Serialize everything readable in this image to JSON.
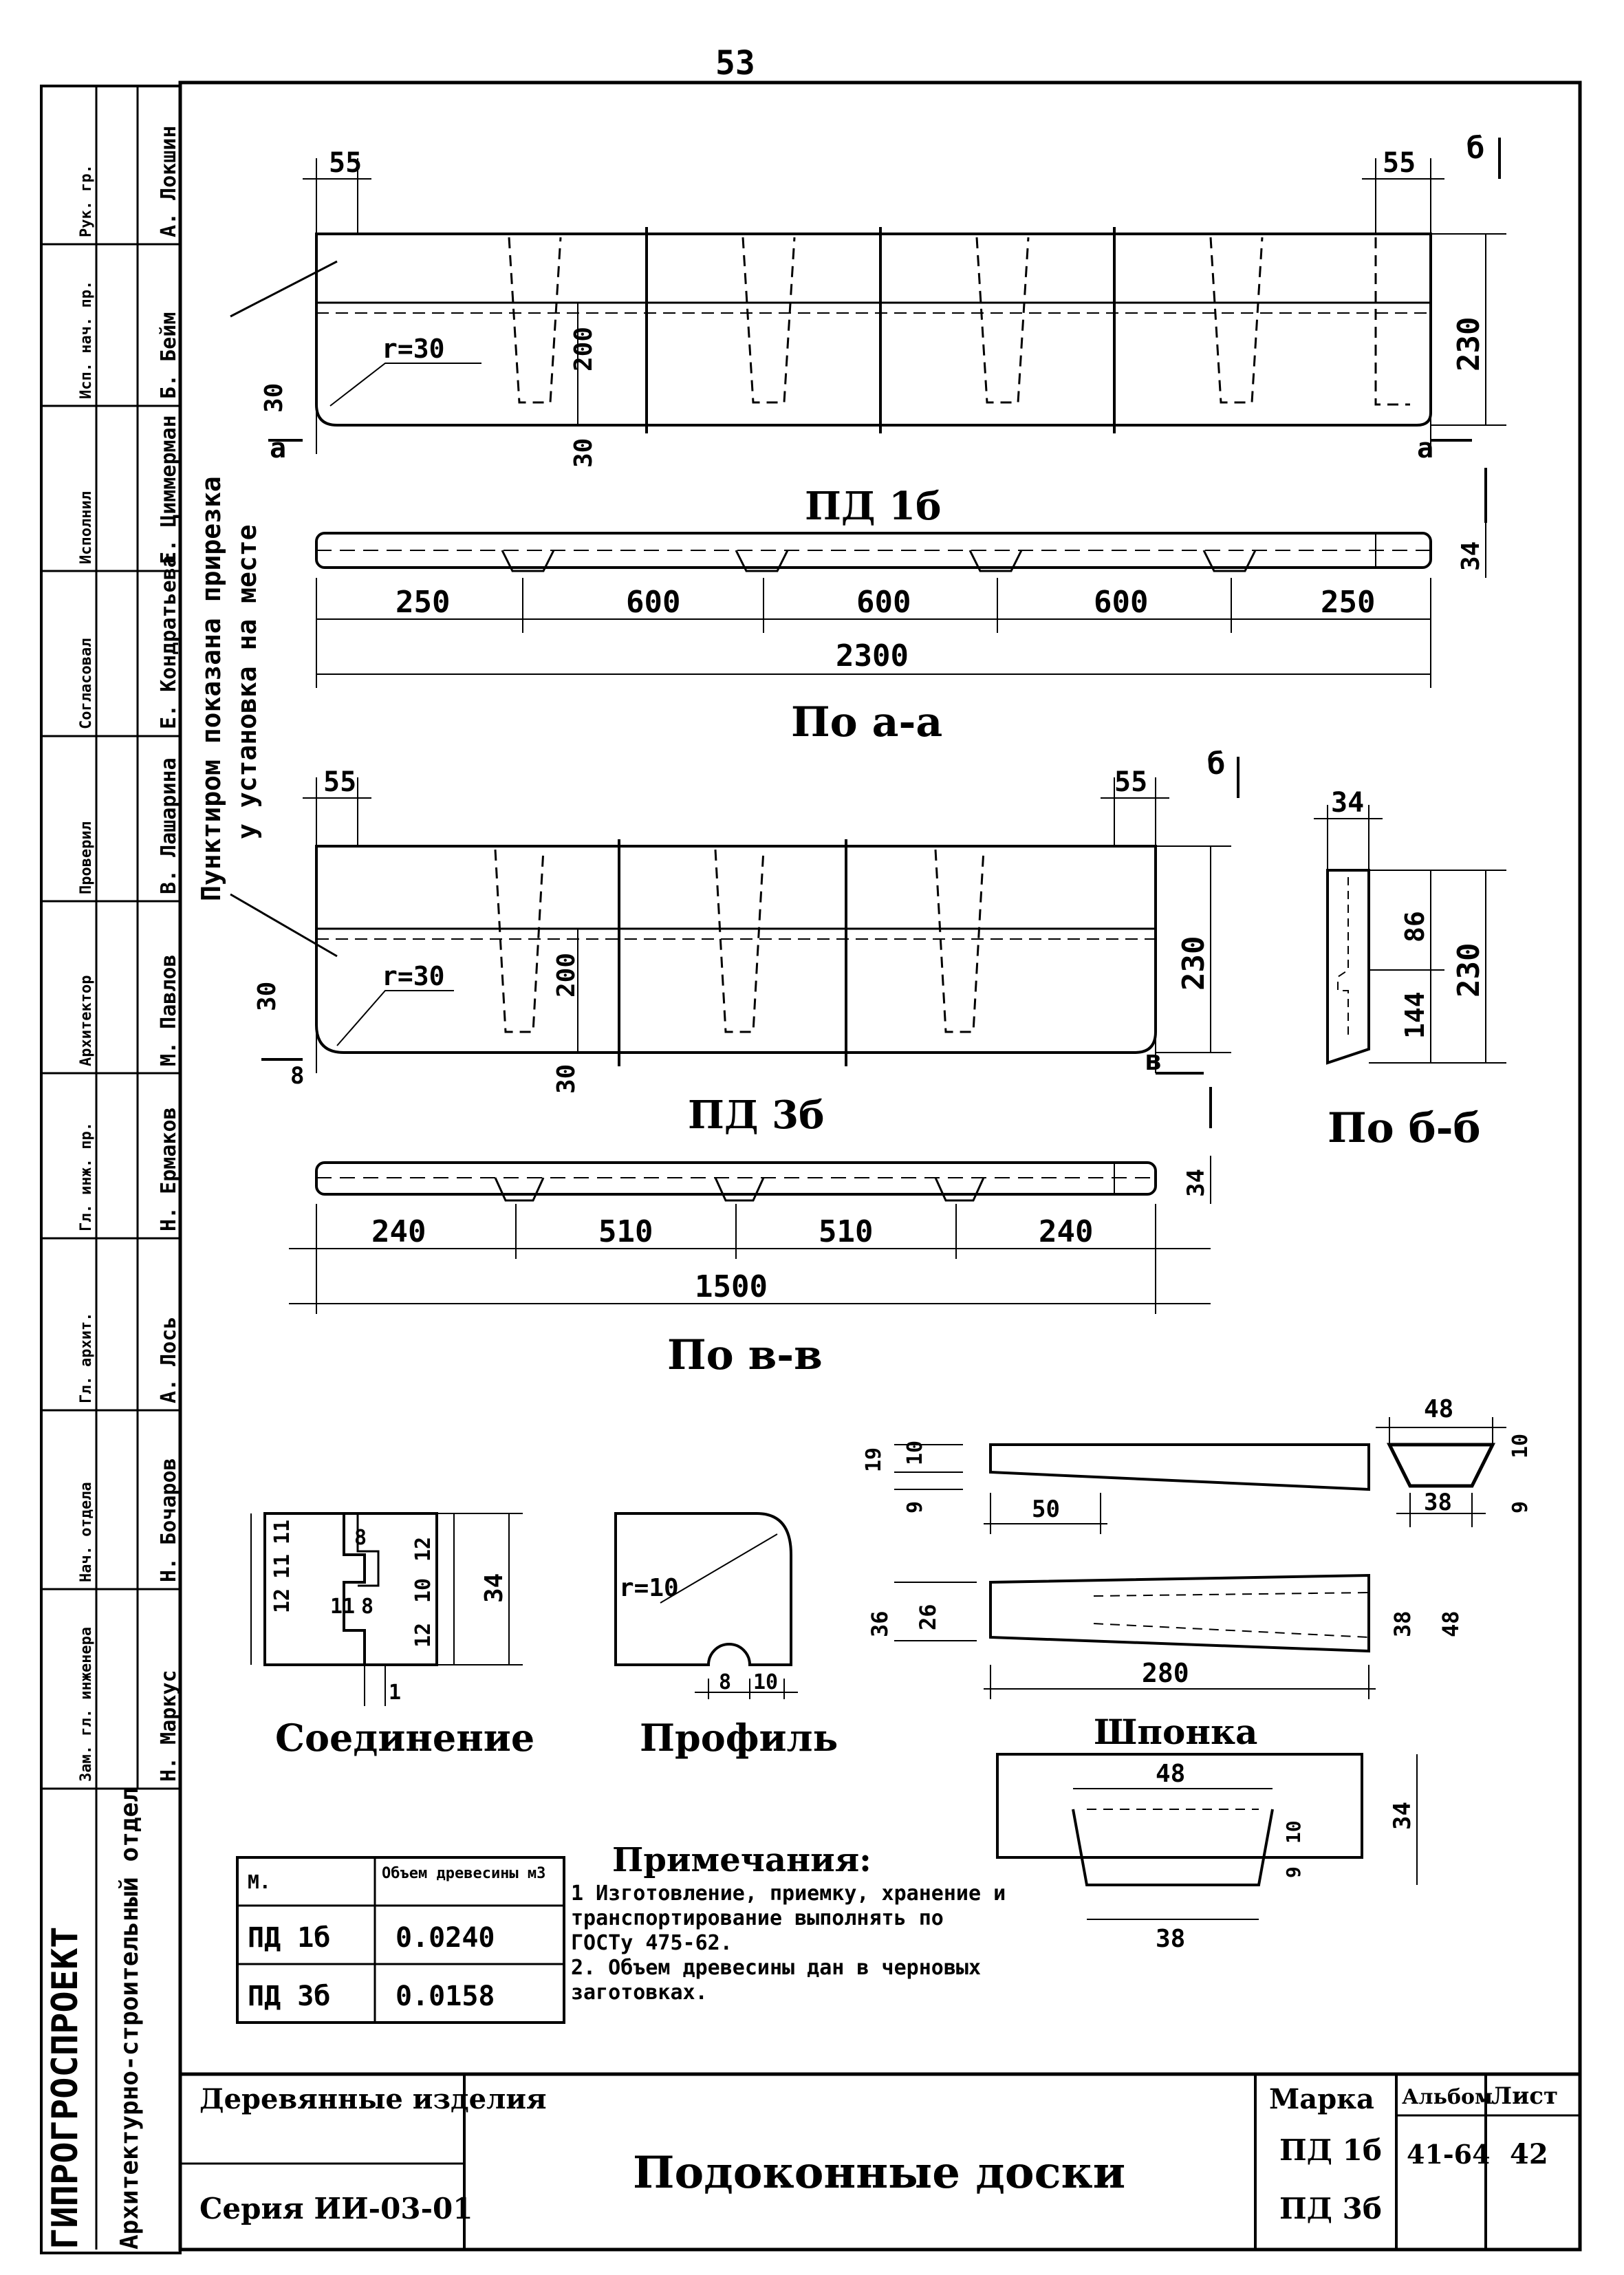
{
  "page_number": "53",
  "views": {
    "pd1": {
      "label": "ПД 1б",
      "section_label": "По а-а",
      "cut_mark": "а",
      "end_margin_left": "55",
      "end_margin_right": "55",
      "radius": "r=30",
      "groove_depth": "200",
      "bottom_offset": "30",
      "corner_height": "30",
      "height": "230",
      "thickness": "34",
      "segments": [
        "250",
        "600",
        "600",
        "600",
        "250"
      ],
      "total_length": "2300",
      "section_mark": "б"
    },
    "pd3": {
      "label": "ПД 3б",
      "section_label": "По в-в",
      "cut_mark": "в",
      "end_margin_left": "55",
      "end_margin_right": "55",
      "radius": "r=30",
      "groove_depth": "200",
      "bottom_offset": "30",
      "corner_height": "30",
      "corner_width": "8",
      "height": "230",
      "thickness": "34",
      "segments": [
        "240",
        "510",
        "510",
        "240"
      ],
      "total_length": "1500",
      "section_mark": "б"
    },
    "section_bb": {
      "label": "По б-б",
      "width": "34",
      "upper": "86",
      "lower": "144",
      "height": "230"
    },
    "side_note": [
      "Пунктиром показана прирезка",
      "у установка на месте"
    ]
  },
  "details": {
    "joint": {
      "label": "Соединение",
      "dims_left": [
        "12",
        "11",
        "11"
      ],
      "dims_top": "8",
      "dims_right": [
        "12",
        "10",
        "12"
      ],
      "dims_mid": [
        "11",
        "8"
      ],
      "height": "34",
      "bottom": "1"
    },
    "profile": {
      "label": "Профиль",
      "radius": "r=10",
      "dims_bottom": [
        "8",
        "10"
      ]
    },
    "dowel": {
      "label": "Шпонка",
      "top_dims": [
        "19",
        "10",
        "9"
      ],
      "length_short": "50",
      "widths_right": [
        "48",
        "10",
        "38",
        "9"
      ],
      "mid_left": [
        "36",
        "26"
      ],
      "mid_right": [
        "38",
        "48"
      ],
      "length": "280",
      "bottom_top": "48",
      "bottom_bottom": "38",
      "bottom_height": "34",
      "bottom_inner": [
        "9",
        "10"
      ]
    }
  },
  "volume_table": {
    "headers": [
      "М.",
      "Объем древесины м3"
    ],
    "rows": [
      {
        "mark": "ПД 1б",
        "volume": "0.0240"
      },
      {
        "mark": "ПД 3б",
        "volume": "0.0158"
      }
    ]
  },
  "notes": {
    "title": "Примечания:",
    "items": [
      "1 Изготовление, приемку, хранение и транспортирование выполнять по ГОСТу 475-62.",
      "2. Объем древесины дан в черновых заготовках."
    ]
  },
  "side_stamp": {
    "org": "ГИПРОГРОСПРОЕКТ",
    "dept": "Архитектурно-строительный отдел",
    "roles": [
      "Зам. гл. инженера",
      "Нач. отдела",
      "Гл. архит.",
      "Гл. инж. пр.",
      "Архитектор",
      "Проверил",
      "Согласовал",
      "Исполнил",
      "Исп. нач. пр.",
      "Рук. гр."
    ],
    "names": [
      "Н. Маркус",
      "Н. Бочаров",
      "А. Лось",
      "Н. Ермаков",
      "М. Павлов",
      "В. Лашарина",
      "Е. Кондратьева",
      "Е. Циммерман",
      "Б. Бейм",
      "А. Локшин"
    ]
  },
  "title_block": {
    "category": "Деревянные изделия",
    "series": "Серия ИИ-03-01",
    "title": "Подоконные доски",
    "mark_label": "Марка",
    "marks": [
      "ПД 1б",
      "ПД 3б"
    ],
    "album_label": "Альбом",
    "album": "41-64",
    "sheet_label": "Лист",
    "sheet": "42"
  }
}
